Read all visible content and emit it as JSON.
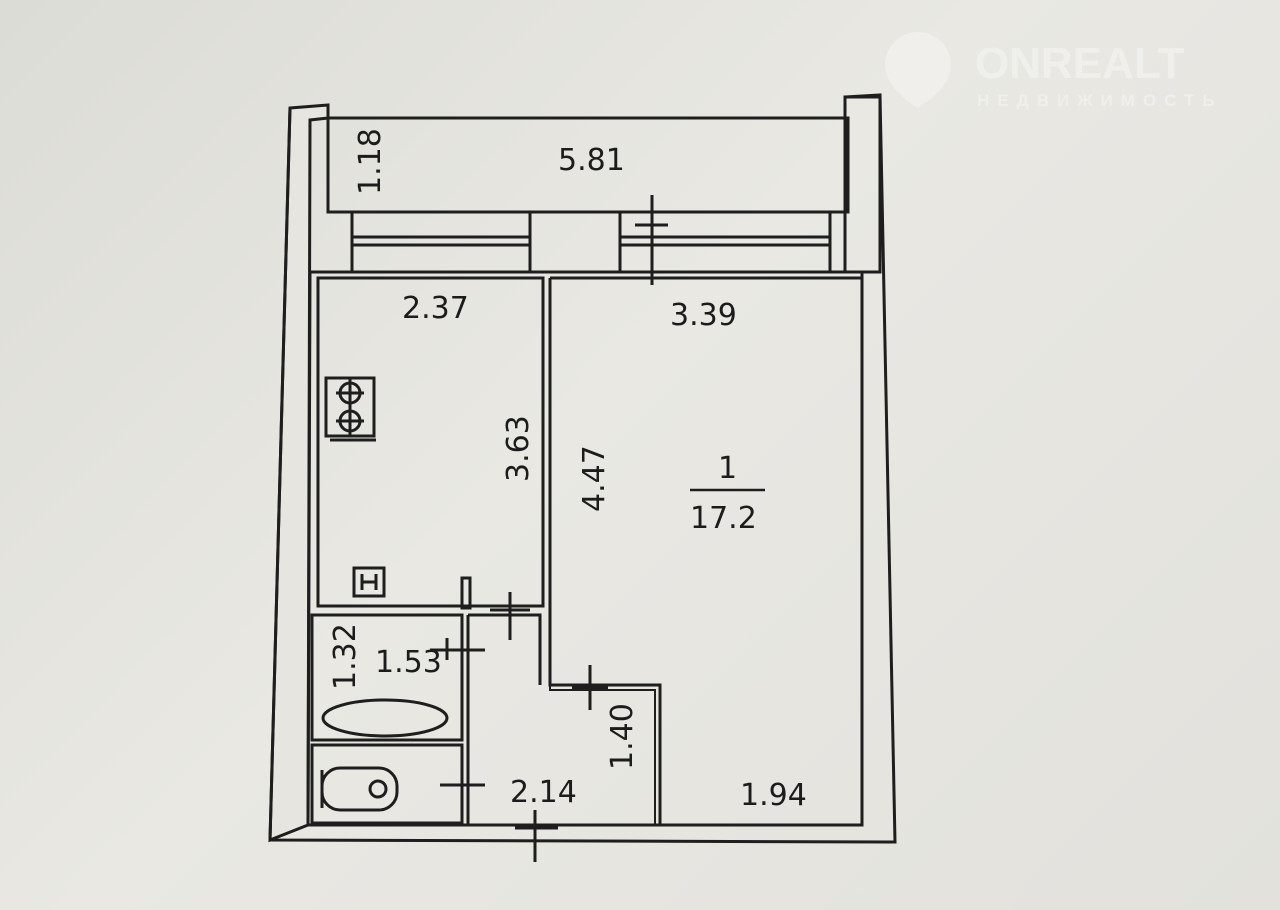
{
  "watermark": {
    "brand": "ONREALT",
    "tagline": "НЕДВИЖИМОСТЬ"
  },
  "balcony": {
    "width": "5.81",
    "depth": "1.18"
  },
  "kitchen": {
    "width": "2.37",
    "length": "3.63"
  },
  "room": {
    "number": "1",
    "area": "17.2",
    "width": "3.39",
    "length": "4.47"
  },
  "bathroom": {
    "width": "1.53",
    "length": "1.32"
  },
  "hall": {
    "width": "2.14",
    "length": "1.40",
    "extra_width": "1.94"
  }
}
